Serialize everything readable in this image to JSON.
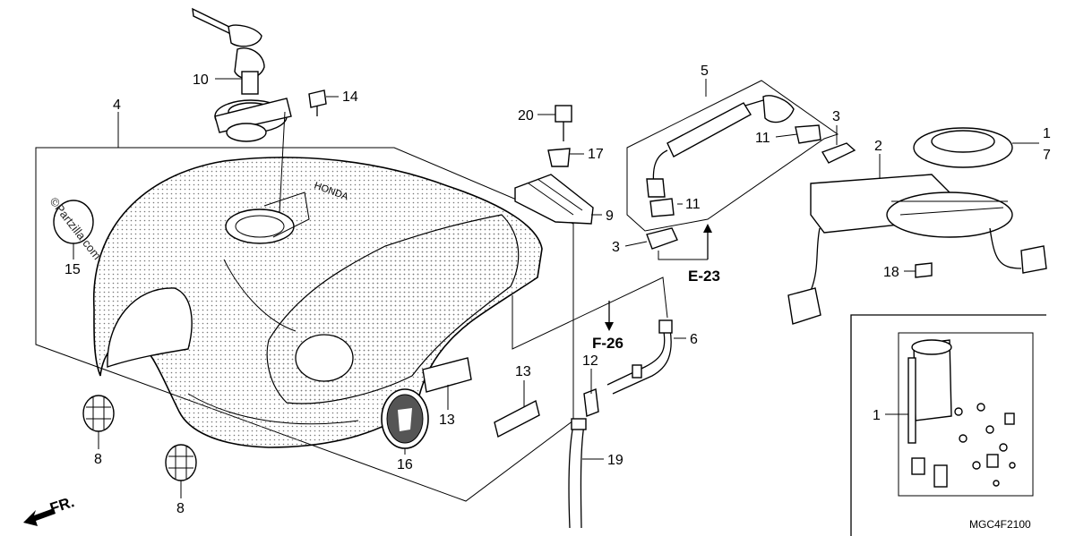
{
  "callouts": {
    "p1a": "1",
    "p1b": "1",
    "p2": "2",
    "p3a": "3",
    "p3b": "3",
    "p4": "4",
    "p5": "5",
    "p6": "6",
    "p7": "7",
    "p8a": "8",
    "p8b": "8",
    "p9": "9",
    "p10": "10",
    "p11a": "11",
    "p11b": "11",
    "p12": "12",
    "p13a": "13",
    "p13b": "13",
    "p14": "14",
    "p15": "15",
    "p16": "16",
    "p17": "17",
    "p18": "18",
    "p19": "19",
    "p20": "20"
  },
  "references": {
    "e23": "E-23",
    "f26": "F-26"
  },
  "front_indicator": "FR.",
  "watermark": "©Partzilla.com",
  "diagram_code": "MGC4F2100"
}
